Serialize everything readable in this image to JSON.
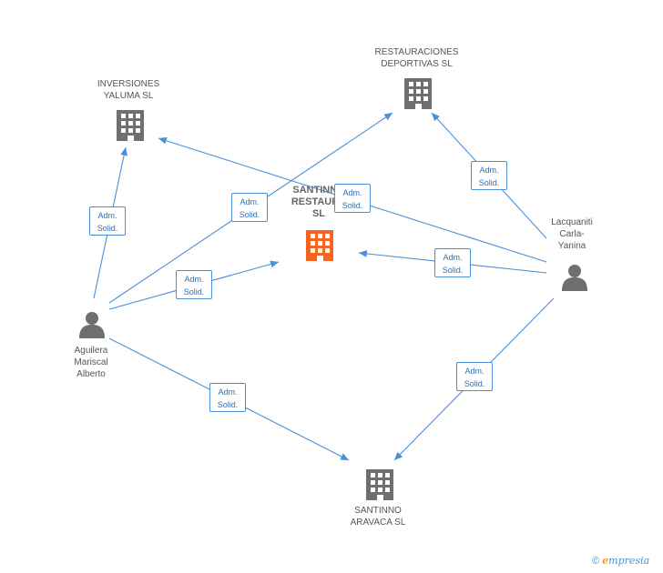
{
  "colors": {
    "edge": "#4a90d9",
    "company_icon": "#6f6f6f",
    "center_icon": "#f26522",
    "person_icon": "#6f6f6f"
  },
  "nodes": {
    "center": {
      "lines": [
        "SANTINNO",
        "RESTAURA",
        "SL"
      ],
      "icon": "building-icon"
    },
    "restauraciones": {
      "lines": [
        "RESTAURACIONES",
        "DEPORTIVAS SL"
      ],
      "icon": "building-icon"
    },
    "inversiones": {
      "lines": [
        "INVERSIONES",
        "YALUMA SL"
      ],
      "icon": "building-icon"
    },
    "aravaca": {
      "lines": [
        "SANTINNO",
        "ARAVACA SL"
      ],
      "icon": "building-icon"
    },
    "aguilera": {
      "lines": [
        "Aguilera",
        "Mariscal",
        "Alberto"
      ],
      "icon": "person-icon"
    },
    "lacquaniti": {
      "lines": [
        "Lacquaniti",
        "Carla-",
        "Yanina"
      ],
      "icon": "person-icon"
    }
  },
  "edge_labels": {
    "e1": [
      "Adm.",
      "Solid."
    ],
    "e2": [
      "Adm.",
      "Solid."
    ],
    "e3": [
      "Adm.",
      "Solid."
    ],
    "e4": [
      "Adm.",
      "Solid."
    ],
    "e5": [
      "Adm.",
      "Solid."
    ],
    "e6": [
      "Adm.",
      "Solid."
    ],
    "e7": [
      "Adm.",
      "Solid."
    ],
    "e8": [
      "Adm.",
      "Solid."
    ]
  },
  "footer": {
    "copyright": "©",
    "brand_initial": "e",
    "brand_rest": "mpresia"
  }
}
